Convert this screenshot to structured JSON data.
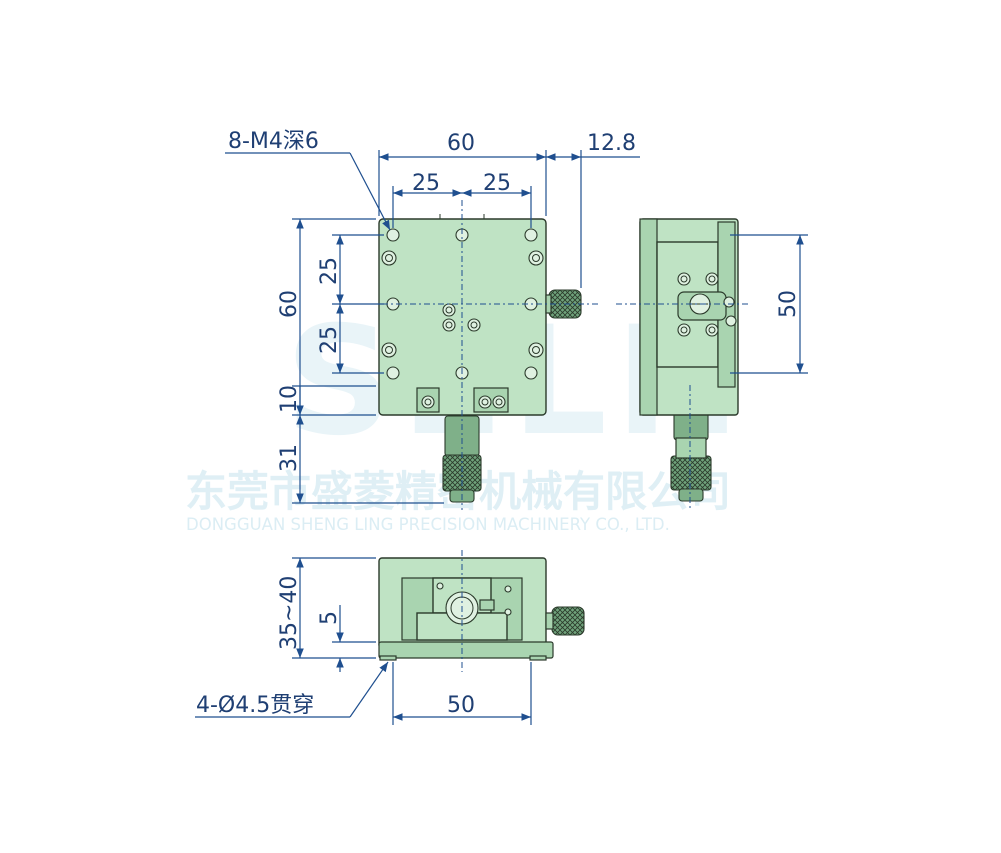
{
  "watermark": {
    "logo": "SELN",
    "company_cn": "东莞市盛菱精密机械有限公司",
    "company_en": "DONGGUAN SHENG LING PRECISION MACHINERY CO., LTD."
  },
  "top_view": {
    "callout": "8-M4深6",
    "dim_width": "60",
    "dim_half_left": "25",
    "dim_half_right": "25",
    "dim_knob": "12.8",
    "dim_height": "60",
    "dim_upper": "25",
    "dim_lower": "25",
    "dim_offset": "10",
    "dim_micrometer": "31"
  },
  "side_view": {
    "dim_span": "50"
  },
  "front_view": {
    "dim_height": "35~40",
    "dim_base": "5",
    "dim_width": "50",
    "callout": "4-Ø4.5贯穿"
  },
  "colors": {
    "body": "#bfe3c4",
    "dimension": "#1f4f8f",
    "outline": "#2b3a2b"
  }
}
